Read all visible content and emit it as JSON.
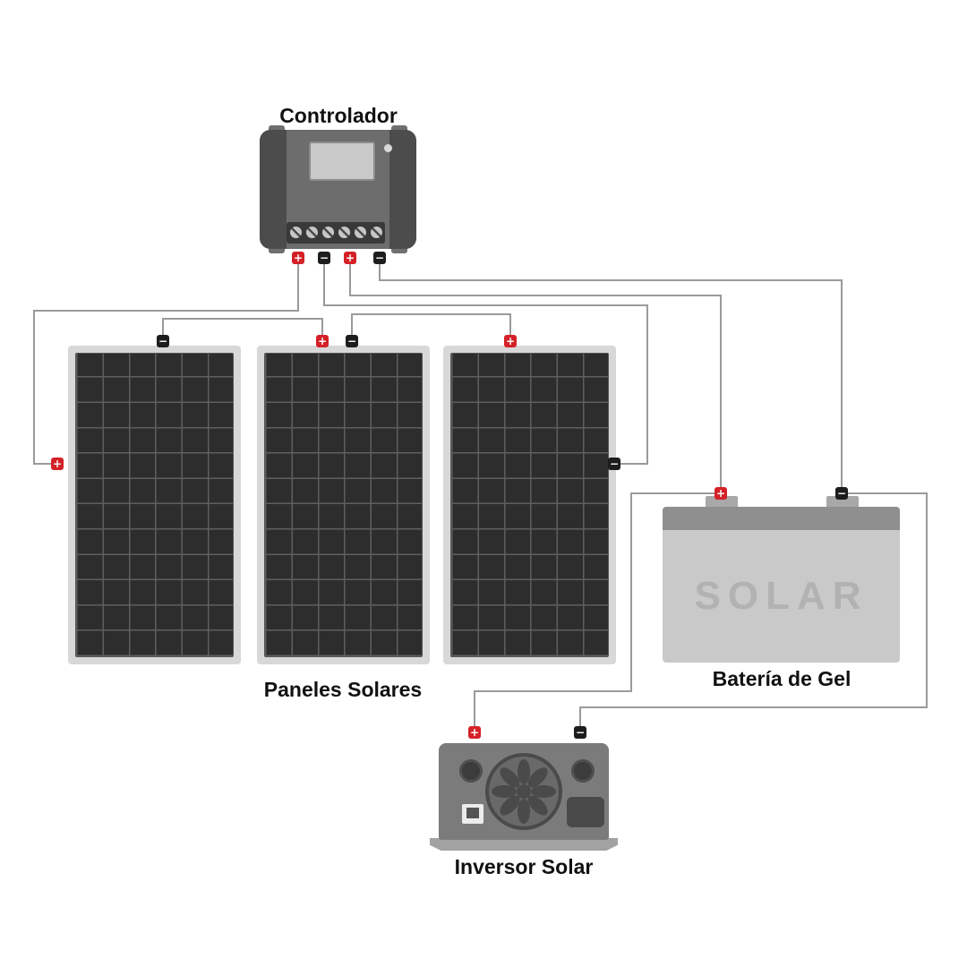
{
  "labels": {
    "controller": "Controlador",
    "panels": "Paneles Solares",
    "battery": "Batería de Gel",
    "inverter": "Inversor Solar"
  },
  "battery": {
    "logo": "SOLAR"
  },
  "glyphs": {
    "plus": "+",
    "minus": "−"
  },
  "colors": {
    "background": "#ffffff",
    "positive_terminal": "#d42127",
    "negative_terminal": "#1d1d1d",
    "wire": "#9a9a9a",
    "label_text": "#111111",
    "panel_cell": "#2d2d2d",
    "panel_frame": "#d8d8d8",
    "controller_body": "#6d6d6d",
    "battery_body": "#c9c9c9",
    "battery_top": "#8f8f8f",
    "battery_logo": "#b2b2b2",
    "inverter_body": "#7b7b7b"
  }
}
